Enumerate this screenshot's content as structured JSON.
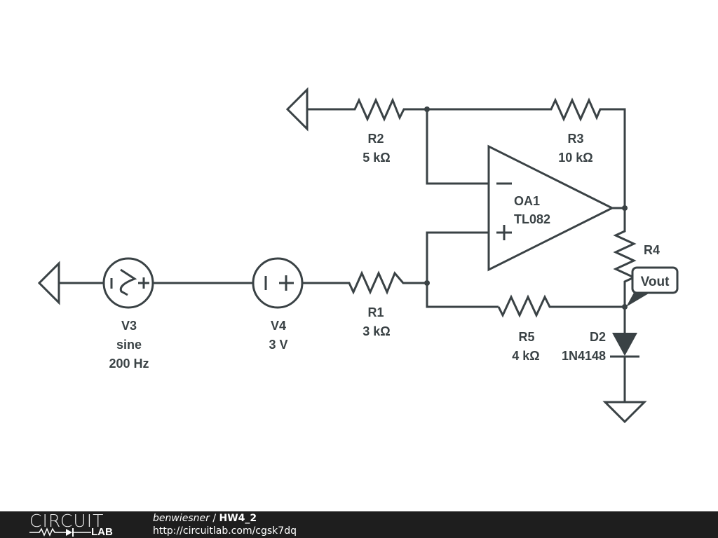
{
  "schematic": {
    "components": {
      "R1": {
        "name": "R1",
        "value": "3 kΩ"
      },
      "R2": {
        "name": "R2",
        "value": "5 kΩ"
      },
      "R3": {
        "name": "R3",
        "value": "10 kΩ"
      },
      "R4": {
        "name": "R4",
        "value": ""
      },
      "R5": {
        "name": "R5",
        "value": "4 kΩ"
      },
      "OA1": {
        "name": "OA1",
        "part": "TL082"
      },
      "D2": {
        "name": "D2",
        "part": "1N4148"
      },
      "V3": {
        "name": "V3",
        "type": "sine",
        "freq": "200 Hz"
      },
      "V4": {
        "name": "V4",
        "value": "3 V"
      }
    },
    "probe": {
      "label": "Vout"
    },
    "opamp_pins": {
      "minus": "−",
      "plus": "+"
    }
  },
  "footer": {
    "logo_top": "CIRCUIT",
    "logo_bottom": "LAB",
    "user": "benwiesner",
    "separator": " / ",
    "project": "HW4_2",
    "url": "http://circuitlab.com/cgsk7dq"
  }
}
